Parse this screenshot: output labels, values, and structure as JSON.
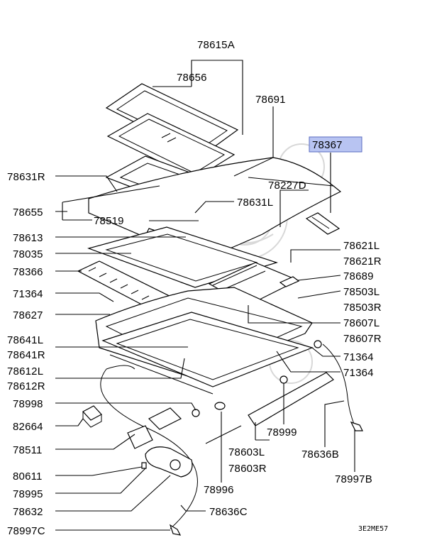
{
  "colors": {
    "background": "#ffffff",
    "ink": "#000000",
    "highlight_fill": "#b8c4f2",
    "highlight_stroke": "#5a6bc0"
  },
  "labels": {
    "l78615A": "78615A",
    "l78656": "78656",
    "l78691": "78691",
    "l78367": "78367",
    "l78631R": "78631R",
    "l78227D": "78227D",
    "l78631L": "78631L",
    "l78655": "78655",
    "l78519": "78519",
    "l78613": "78613",
    "l78621L": "78621L",
    "l78621R": "78621R",
    "l78035": "78035",
    "l78366": "78366",
    "l78689": "78689",
    "l71364a": "71364",
    "l78503L": "78503L",
    "l78503R": "78503R",
    "l78627": "78627",
    "l78607L": "78607L",
    "l78607R": "78607R",
    "l78641L": "78641L",
    "l78641R": "78641R",
    "l71364b": "71364",
    "l71364c": "71364",
    "l78612L": "78612L",
    "l78612R": "78612R",
    "l78998": "78998",
    "l78999": "78999",
    "l82664": "82664",
    "l78511": "78511",
    "l78603L": "78603L",
    "l78603R": "78603R",
    "l78636B": "78636B",
    "l80611": "80611",
    "l78997B": "78997B",
    "l78995": "78995",
    "l78996": "78996",
    "l78632": "78632",
    "l78636C": "78636C",
    "l78997C": "78997C"
  },
  "diagram_code": "3E2ME57"
}
